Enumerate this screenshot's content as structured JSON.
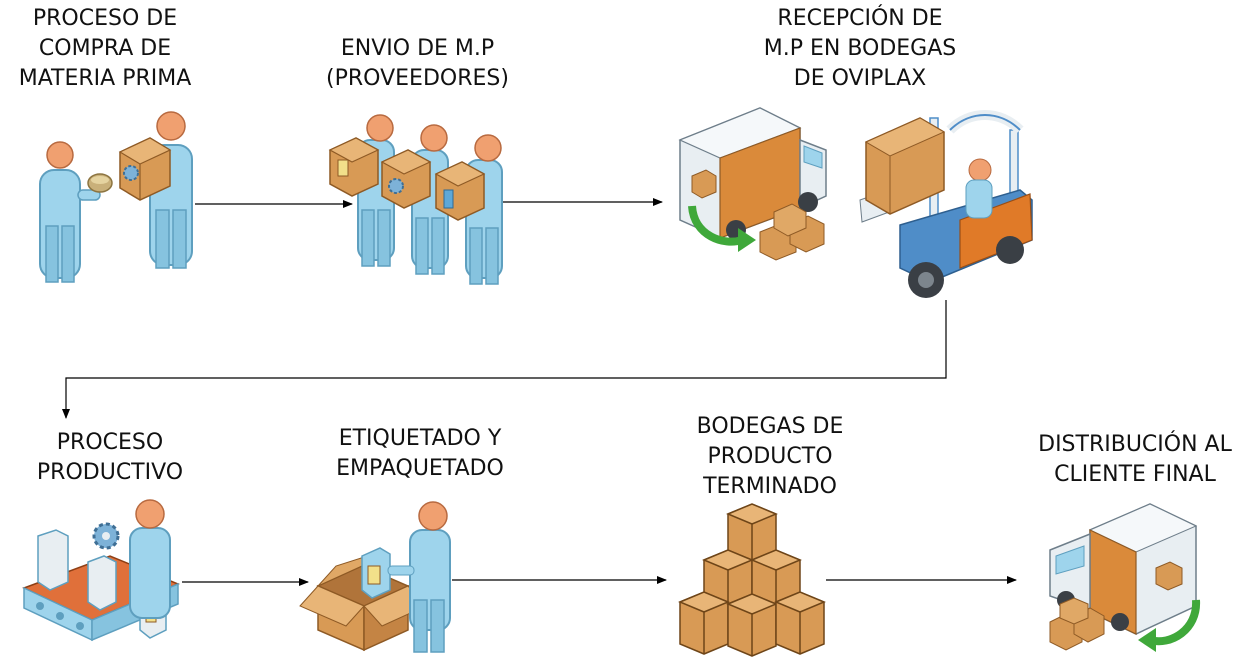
{
  "diagram": {
    "steps": [
      {
        "label": "PROCESO DE\nCOMPRA DE\nMATERIA PRIMA",
        "icon": "buyer-seller-exchange-icon"
      },
      {
        "label": "ENVIO DE M.P\n(PROVEEDORES)",
        "icon": "suppliers-carrying-boxes-icon"
      },
      {
        "label": "RECEPCIÓN DE\nM.P EN BODEGAS\nDE OVIPLAX",
        "icon": "truck-and-forklift-icon"
      },
      {
        "label": "PROCESO\nPRODUCTIVO",
        "icon": "conveyor-production-icon"
      },
      {
        "label": "ETIQUETADO Y\nEMPAQUETADO",
        "icon": "packing-box-icon"
      },
      {
        "label": "BODEGAS DE\nPRODUCTO\nTERMINADO",
        "icon": "stacked-boxes-icon"
      },
      {
        "label": "DISTRIBUCIÓN AL\nCLIENTE FINAL",
        "icon": "delivery-truck-icon"
      }
    ],
    "colors": {
      "person_skin": "#F0A070",
      "person_body": "#9ED4EC",
      "person_body_dark": "#5E9FBF",
      "box": "#D89A55",
      "box_dark": "#B0743A",
      "truck_white": "#E8EEF2",
      "truck_cargo": "#DA8A3A",
      "arrow_green": "#3FA83A",
      "forklift_blue": "#4F8DC8",
      "forklift_orange": "#E07A28",
      "conveyor_orange": "#E0703A",
      "connector": "#000000"
    }
  }
}
